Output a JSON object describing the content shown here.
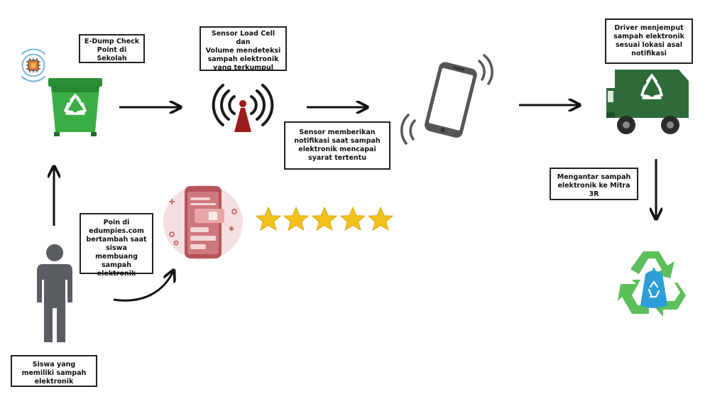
{
  "labels": {
    "checkpoint": "E-Dump Check\nPoint di Sekolah",
    "sensor_volume": "Sensor Load Cell dan\nVolume mendeteksi\nsampah elektronik\nyang terkumpul",
    "notification": "Sensor memberikan\nnotifikasi saat sampah\nelektronik mencapai\nsyarat tertentu",
    "driver": "Driver menjemput\nsampah elektronik\nsesuai lokasi asal\nnotifikasi",
    "deliver": "Mengantar sampah\nelektronik ke Mitra\n3R",
    "points": "Poin di\nedumpies.com\nbertambah saat\nsiswa membuang\nsampah\nelektronik",
    "student": "Siswa yang\nmemiliki sampah\nelektronik"
  },
  "icons": {
    "bin": "recycle-bin-icon",
    "iot": "iot-chip-icon",
    "antenna": "antenna-icon",
    "phone": "smartphone-icon",
    "truck": "garbage-truck-icon",
    "recycle": "recycle-bag-icon",
    "person": "person-icon",
    "app": "mobile-app-icon",
    "star": "star-icon"
  },
  "rating": {
    "stars": 5
  },
  "colors": {
    "bin_green": "#2e9e3a",
    "truck_green": "#2f6b39",
    "antenna_red": "#9b1c1c",
    "phone_gray": "#555555",
    "star_gold": "#f2c21b",
    "person_gray": "#5a5d61",
    "app_red": "#b5545a",
    "recycle_green": "#5bbf5a",
    "bag_blue": "#2f9ed8"
  }
}
